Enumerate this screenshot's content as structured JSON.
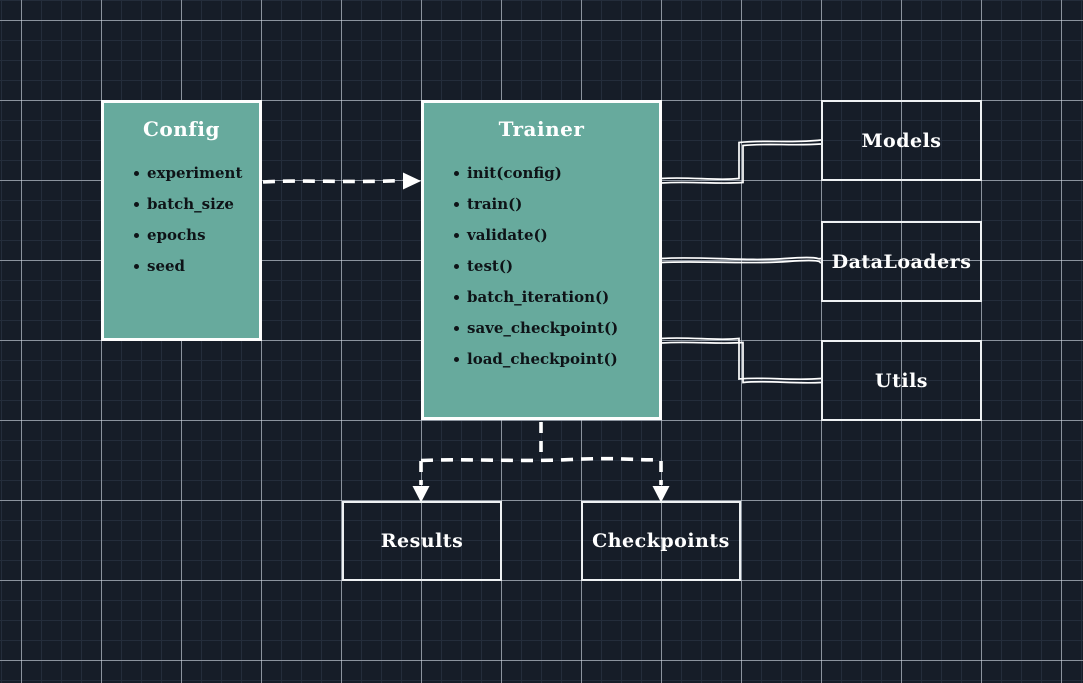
{
  "diagram": {
    "nodes": {
      "config": {
        "title": "Config",
        "items": [
          "experiment",
          "batch_size",
          "epochs",
          "seed"
        ]
      },
      "trainer": {
        "title": "Trainer",
        "items": [
          "init(config)",
          "train()",
          "validate()",
          "test()",
          "batch_iteration()",
          "save_checkpoint()",
          "load_checkpoint()"
        ]
      },
      "models": {
        "title": "Models"
      },
      "dataloaders": {
        "title": "DataLoaders"
      },
      "utils": {
        "title": "Utils"
      },
      "results": {
        "title": "Results"
      },
      "checkpoints": {
        "title": "Checkpoints"
      }
    },
    "edges": [
      {
        "from": "Config",
        "to": "Trainer",
        "style": "dashed-arrow"
      },
      {
        "from": "Trainer",
        "to": "Models",
        "style": "solid-sketch"
      },
      {
        "from": "Trainer",
        "to": "DataLoaders",
        "style": "solid-sketch"
      },
      {
        "from": "Trainer",
        "to": "Utils",
        "style": "solid-sketch"
      },
      {
        "from": "Trainer",
        "to": "Results",
        "style": "dashed-arrow"
      },
      {
        "from": "Trainer",
        "to": "Checkpoints",
        "style": "dashed-arrow"
      }
    ],
    "colors": {
      "background": "#161d28",
      "grid_minor": "#242d3b",
      "grid_major": "#dde4eb",
      "node_fill": "#67aa9d",
      "node_border": "#fdfdfd",
      "node_item_text": "#0e1317",
      "label_text": "#ffffff",
      "connector": "#ffffff"
    }
  }
}
